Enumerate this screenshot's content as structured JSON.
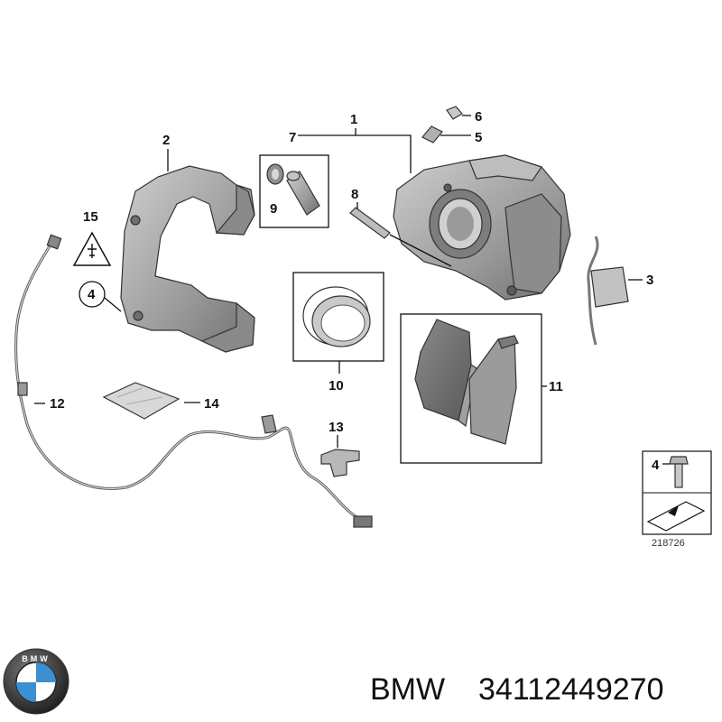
{
  "callouts": {
    "c1": "1",
    "c2": "2",
    "c3": "3",
    "c4": "4",
    "c5": "5",
    "c6": "6",
    "c7": "7",
    "c8": "8",
    "c9": "9",
    "c10": "10",
    "c11": "11",
    "c12": "12",
    "c13": "13",
    "c14": "14",
    "c15": "15"
  },
  "inset": {
    "callout": "4"
  },
  "reference_code": "218726",
  "footer": {
    "brand": "BMW",
    "part_number": "34112449270"
  },
  "logo": {
    "text": "BMW"
  },
  "colors": {
    "part_fill": "#a8a8a8",
    "part_dark": "#6e6e6e",
    "part_light": "#cfcfcf",
    "line": "#111111"
  }
}
